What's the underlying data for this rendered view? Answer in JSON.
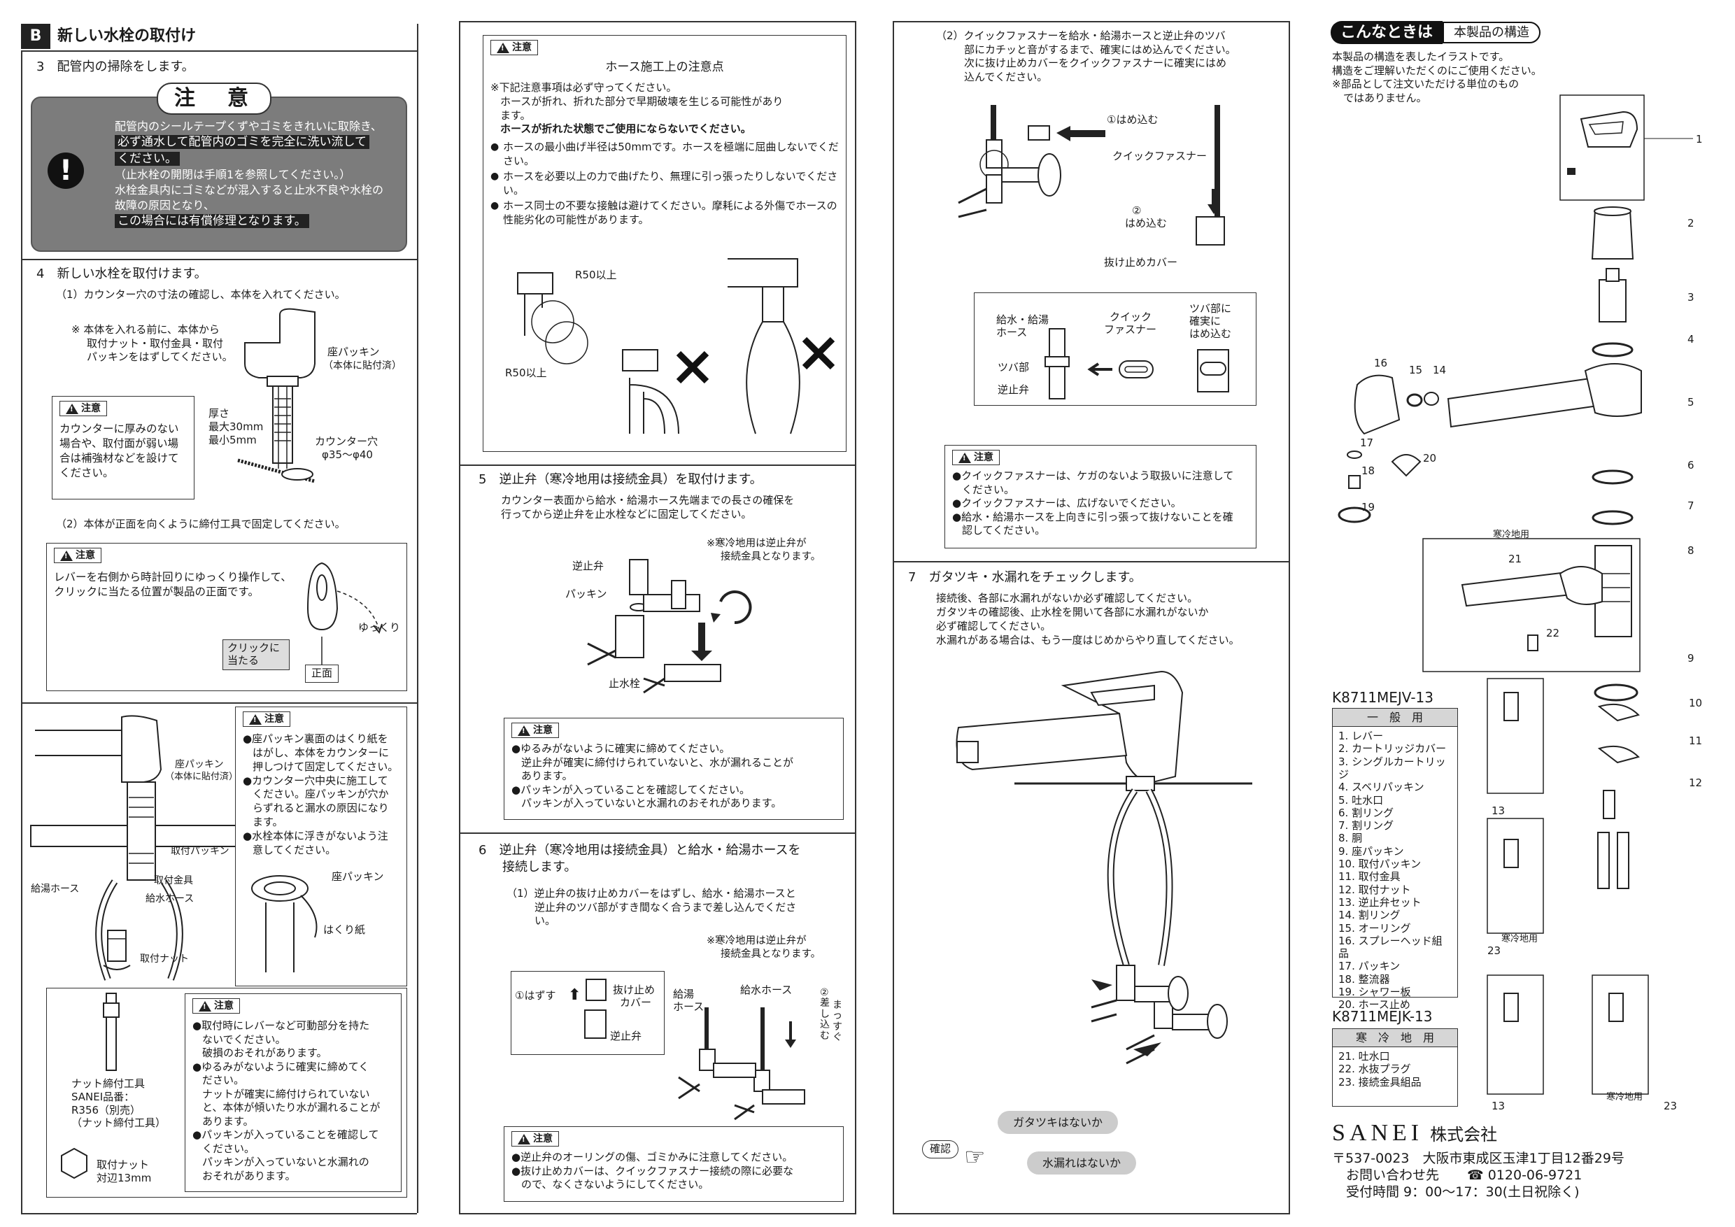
{
  "section": {
    "letter": "B",
    "title": "新しい水栓の取付け"
  },
  "step3": {
    "title": "3　配管内の掃除をします。",
    "caution_title": "注　意",
    "lines": [
      "配管内のシールテープくずやゴミをきれいに取除き、",
      "必ず通水して配管内のゴミを完全に洗い流して",
      "ください。",
      "（止水栓の開閉は手順1を参照してください。）",
      "水栓金具内にゴミなどが混入すると止水不良や水栓の",
      "故障の原因となり、",
      "この場合には有償修理となります。"
    ]
  },
  "step4": {
    "title": "4　新しい水栓を取付けます。",
    "s1": "（1）カウンター穴の寸法の確認し、本体を入れてください。",
    "note": [
      "※ 本体を入れる前に、本体から",
      "取付ナット・取付金具・取付",
      "パッキンをはずしてください。"
    ],
    "lbl_seat": "座パッキン",
    "lbl_seat2": "（本体に貼付済）",
    "lbl_thick": [
      "厚さ",
      "最大30mm",
      "最小5mm"
    ],
    "lbl_hole": [
      "カウンター穴",
      "φ35～φ40"
    ],
    "caution1": [
      "カウンターに厚みのない",
      "場合や、取付面が弱い場",
      "合は補強材などを設けて",
      "ください。"
    ],
    "s2": "（2）本体が正面を向くように締付工具で固定してください。",
    "caution2": [
      "レバーを右側から時計回りにゆっくり操作して、",
      "クリックに当たる位置が製品の正面です。"
    ],
    "lbl_slow": "ゆっくり",
    "lbl_click": [
      "クリックに",
      "当たる"
    ],
    "lbl_front": "正面",
    "lbl_seat3": "座パッキン",
    "lbl_seat4": "（本体に貼付済）",
    "lbl_pk": "取付パッキン",
    "lbl_hot": "給湯ホース",
    "lbl_kanagu": "取付金具",
    "lbl_cold": "給水ホース",
    "lbl_nut": "取付ナット",
    "caution3": [
      "座パッキン裏面のはくり紙を",
      "はがし、本体をカウンターに",
      "押しつけて固定してください。",
      "カウンター穴中央に施工して",
      "ください。座パッキンが穴か",
      "らずれると漏水の原因になり",
      "ます。",
      "水栓本体に浮きがないよう注",
      "意してください。"
    ],
    "lbl_seat5": "座パッキン",
    "lbl_peel": "はくり紙",
    "lbl_tool": [
      "ナット締付工具",
      "SANEI品番：",
      "R356（別売）",
      "（ナット締付工具）"
    ],
    "lbl_nutsize": [
      "取付ナット",
      "対辺13mm"
    ],
    "caution4": [
      "取付時にレバーなど可動部分を持た",
      "ないでください。",
      "破損のおそれがあります。",
      "ゆるみがないように確実に締めてく",
      "ださい。",
      "ナットが確実に締付けられていない",
      "と、本体が傾いたり水が漏れることが",
      "あります。",
      "パッキンが入っていることを確認して",
      "ください。",
      "パッキンが入っていないと水漏れの",
      "おそれがあります。"
    ]
  },
  "caution_label": "注意",
  "hose": {
    "title": "ホース施工上の注意点",
    "lines": [
      "※下記注意事項は必ず守ってください。",
      "ホースが折れ、折れた部分で早期破壊を生じる可能性があり",
      "ます。",
      "ホースが折れた状態でご使用にならないでください。"
    ],
    "bullets": [
      "ホースの最小曲げ半径は50mmです。ホースを極端に屈曲しないでください。",
      "ホースを必要以上の力で曲げたり、無理に引っ張ったりしないでください。",
      "ホース同士の不要な接触は避けてください。摩耗による外傷でホースの性能劣化の可能性があります。"
    ],
    "r1": "R50以上",
    "r2": "R50以上"
  },
  "step5": {
    "title": "5　逆止弁（寒冷地用は接続金具）を取付けます。",
    "desc": [
      "カウンター表面から給水・給湯ホース先端までの長さの確保を",
      "行ってから逆止弁を止水栓などに固定してください。"
    ],
    "note": [
      "※寒冷地用は逆止弁が",
      "接続金具となります。"
    ],
    "lbl_valve": "逆止弁",
    "lbl_pk": "パッキン",
    "lbl_stop": "止水栓",
    "caution": [
      "ゆるみがないように確実に締めてください。",
      "逆止弁が確実に締付けられていないと、水が漏れることが",
      "あります。",
      "パッキンが入っていることを確認してください。",
      "パッキンが入っていないと水漏れのおそれがあります。"
    ]
  },
  "step6": {
    "title": [
      "6　逆止弁（寒冷地用は接続金具）と給水・給湯ホースを",
      "接続します。"
    ],
    "s1": [
      "（1）逆止弁の抜け止めカバーをはずし、給水・給湯ホースと",
      "逆止弁のツバ部がすき間なく合うまで差し込んでくださ",
      "い。"
    ],
    "note": [
      "※寒冷地用は逆止弁が",
      "接続金具となります。"
    ],
    "lbl_remove": "①はずす",
    "lbl_cover": [
      "抜け止め",
      "カバー"
    ],
    "lbl_valve": "逆止弁",
    "lbl_hot": [
      "給湯",
      "ホース"
    ],
    "lbl_cold": "給水ホース",
    "lbl_insert": [
      "②",
      "差",
      "し",
      "込",
      "む"
    ],
    "lbl_sugu": [
      "ま",
      "っ",
      "す",
      "ぐ"
    ],
    "caution": [
      "逆止弁のオーリングの傷、ゴミかみに注意してください。",
      "抜け止めカバーは、クイックファスナー接続の際に必要な",
      "ので、なくさないようにしてください。"
    ]
  },
  "step6b": {
    "s2": [
      "（2）クイックファスナーを給水・給湯ホースと逆止弁のツバ",
      "部にカチッと音がするまで、確実にはめ込んでください。",
      "次に抜け止めカバーをクイックファスナーに確実にはめ",
      "込んでください。"
    ],
    "lbl_in1": "①はめ込む",
    "lbl_qf": "クイックファスナー",
    "lbl_in2": [
      "②",
      "はめ込む"
    ],
    "lbl_cover": "抜け止めカバー",
    "box_hose": [
      "給水・給湯",
      "ホース"
    ],
    "box_qf": [
      "クイック",
      "ファスナー"
    ],
    "box_tsuba": "ツバ部",
    "box_valve": "逆止弁",
    "box_in": [
      "ツバ部に",
      "確実に",
      "はめ込む"
    ],
    "caution": [
      "クイックファスナーは、ケガのないよう取扱いに注意して",
      "ください。",
      "クイックファスナーは、広げないでください。",
      "給水・給湯ホースを上向きに引っ張って抜けないことを確",
      "認してください。"
    ]
  },
  "step7": {
    "title": "7　ガタツキ・水漏れをチェックします。",
    "desc": [
      "接続後、各部に水漏れがないか必ず確認してください。",
      "ガタツキの確認後、止水栓を開いて各部に水漏れがないか",
      "必ず確認してください。",
      "水漏れがある場合は、もう一度はじめからやり直してください。"
    ],
    "check1": "ガタツキはないか",
    "check2": "水漏れはないか",
    "confirm": "確認"
  },
  "structure": {
    "tag": "こんなときは",
    "title": "本製品の構造",
    "desc": [
      "本製品の構造を表したイラストです。",
      "構造をご理解いただくのにご使用ください。",
      "※部品として注文いただける単位のもの",
      "ではありません。"
    ],
    "cold_label": "寒冷地用",
    "numbers": [
      "1",
      "2",
      "3",
      "4",
      "5",
      "6",
      "7",
      "8",
      "9",
      "10",
      "11",
      "12",
      "13",
      "14",
      "15",
      "16",
      "17",
      "18",
      "19",
      "20",
      "21",
      "22",
      "23"
    ],
    "model1": "K8711MEJV-13",
    "general": "一　般　用",
    "parts1": [
      "1. レバー",
      "2. カートリッジカバー",
      "3. シングルカートリッジ",
      "4. スベリパッキン",
      "5. 吐水口",
      "6. 割リング",
      "7. 割リング",
      "8. 胴",
      "9. 座パッキン",
      "10. 取付パッキン",
      "11. 取付金具",
      "12. 取付ナット",
      "13. 逆止弁セット",
      "14. 割リング",
      "15. オーリング",
      "16. スプレーヘッド組品",
      "17. パッキン",
      "18. 整流器",
      "19. シャワー板",
      "20. ホース止め"
    ],
    "model2": "K8711MEJK-13",
    "cold": "寒　冷　地　用",
    "parts2": [
      "21. 吐水口",
      "22. 水抜プラグ",
      "23. 接続金具組品"
    ],
    "cold_a": "寒冷地用",
    "cold_b": "寒冷地用"
  },
  "company": {
    "brand": "SANEI",
    "suffix": "株式会社",
    "address": "〒537-0023　大阪市東成区玉津1丁目12番29号",
    "contact": "お問い合わせ先",
    "phone": "☎ 0120-06-9721",
    "hours": "受付時間 9：00～17：30(土日祝除く)"
  }
}
